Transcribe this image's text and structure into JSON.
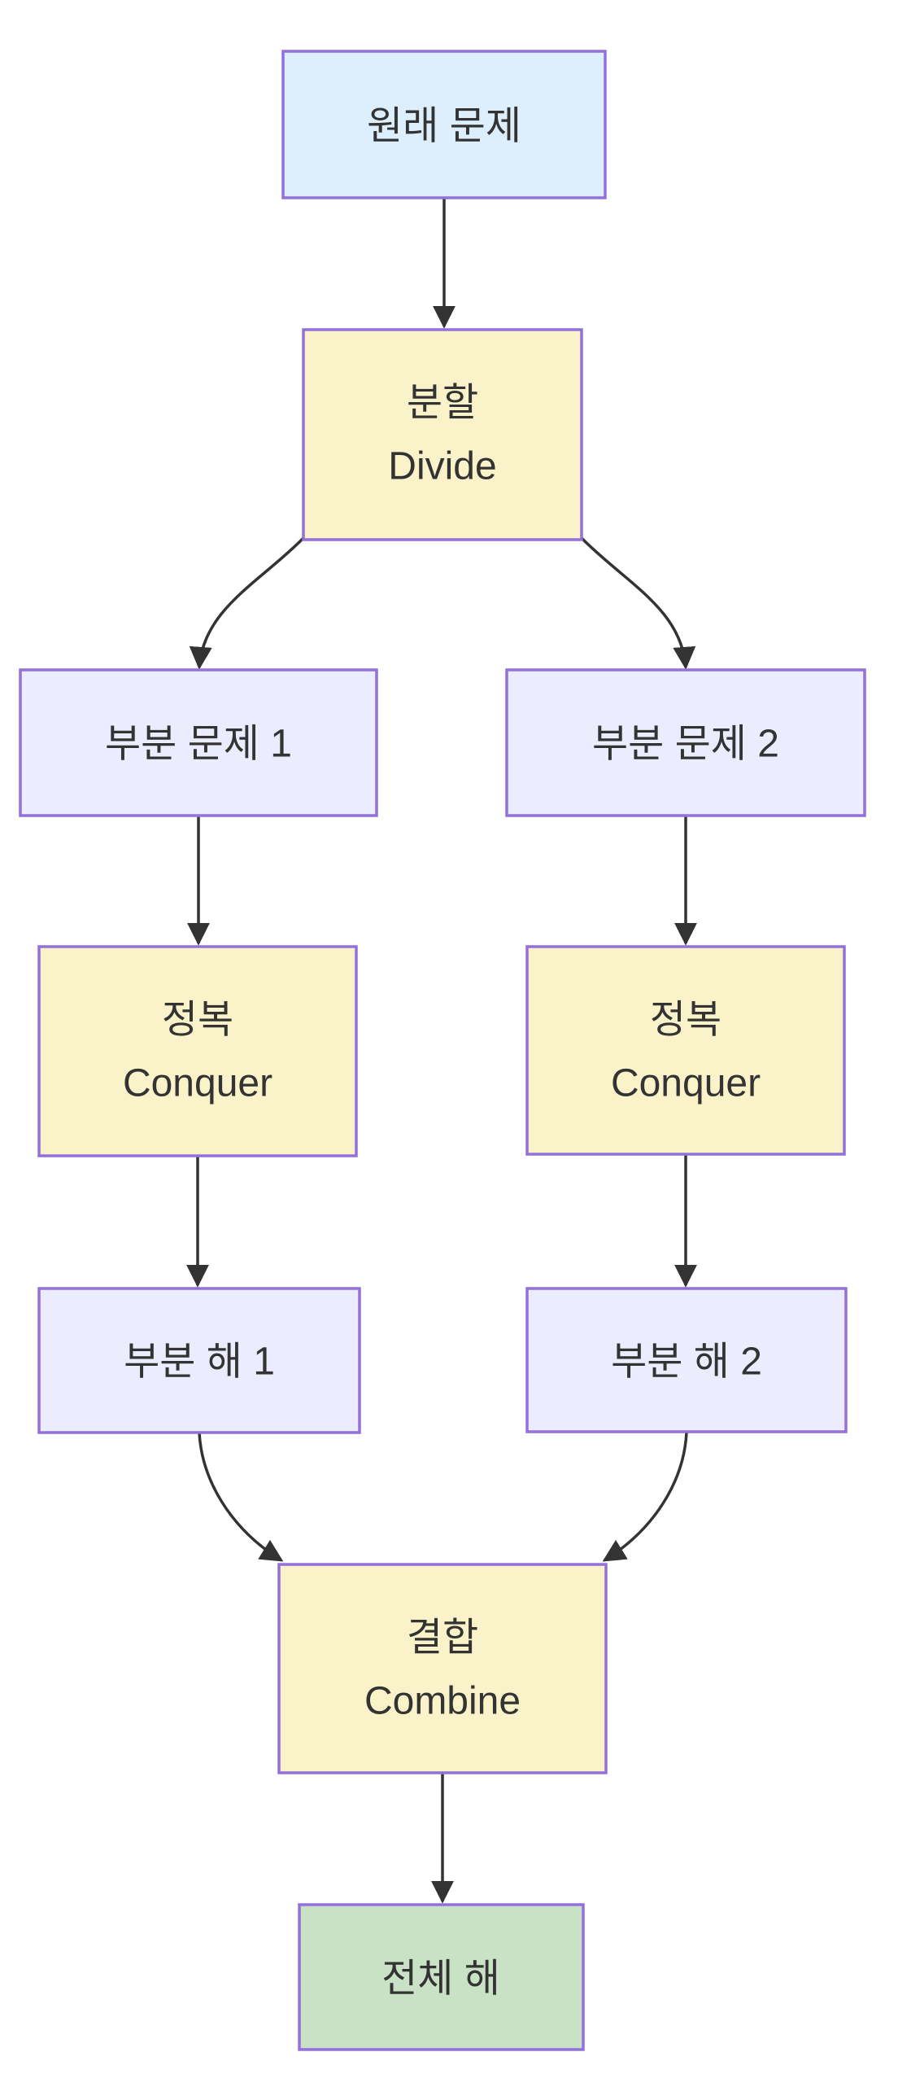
{
  "diagram": {
    "title": "divide-and-conquer-flowchart",
    "direction": "top-down",
    "nodes": {
      "original": {
        "label": "원래 문제"
      },
      "divide": {
        "line1": "분할",
        "line2": "Divide"
      },
      "sub1": {
        "label": "부분 문제 1"
      },
      "sub2": {
        "label": "부분 문제 2"
      },
      "conquer1": {
        "line1": "정복",
        "line2": "Conquer"
      },
      "conquer2": {
        "line1": "정복",
        "line2": "Conquer"
      },
      "solution1": {
        "label": "부분 해 1"
      },
      "solution2": {
        "label": "부분 해 2"
      },
      "combine": {
        "line1": "결합",
        "line2": "Combine"
      },
      "total": {
        "label": "전체 해"
      }
    },
    "edges": [
      {
        "from": "original",
        "to": "divide"
      },
      {
        "from": "divide",
        "to": "sub1"
      },
      {
        "from": "divide",
        "to": "sub2"
      },
      {
        "from": "sub1",
        "to": "conquer1"
      },
      {
        "from": "sub2",
        "to": "conquer2"
      },
      {
        "from": "conquer1",
        "to": "solution1"
      },
      {
        "from": "conquer2",
        "to": "solution2"
      },
      {
        "from": "solution1",
        "to": "combine"
      },
      {
        "from": "solution2",
        "to": "combine"
      },
      {
        "from": "combine",
        "to": "total"
      }
    ]
  },
  "colors": {
    "original_fill": "#ddeefc",
    "process_fill": "#faf3c9",
    "sub_fill": "#ececff",
    "total_fill": "#c9e2c6",
    "node_border": "#9370db",
    "edge": "#333333",
    "text": "#333333",
    "background": "#ffffff"
  }
}
